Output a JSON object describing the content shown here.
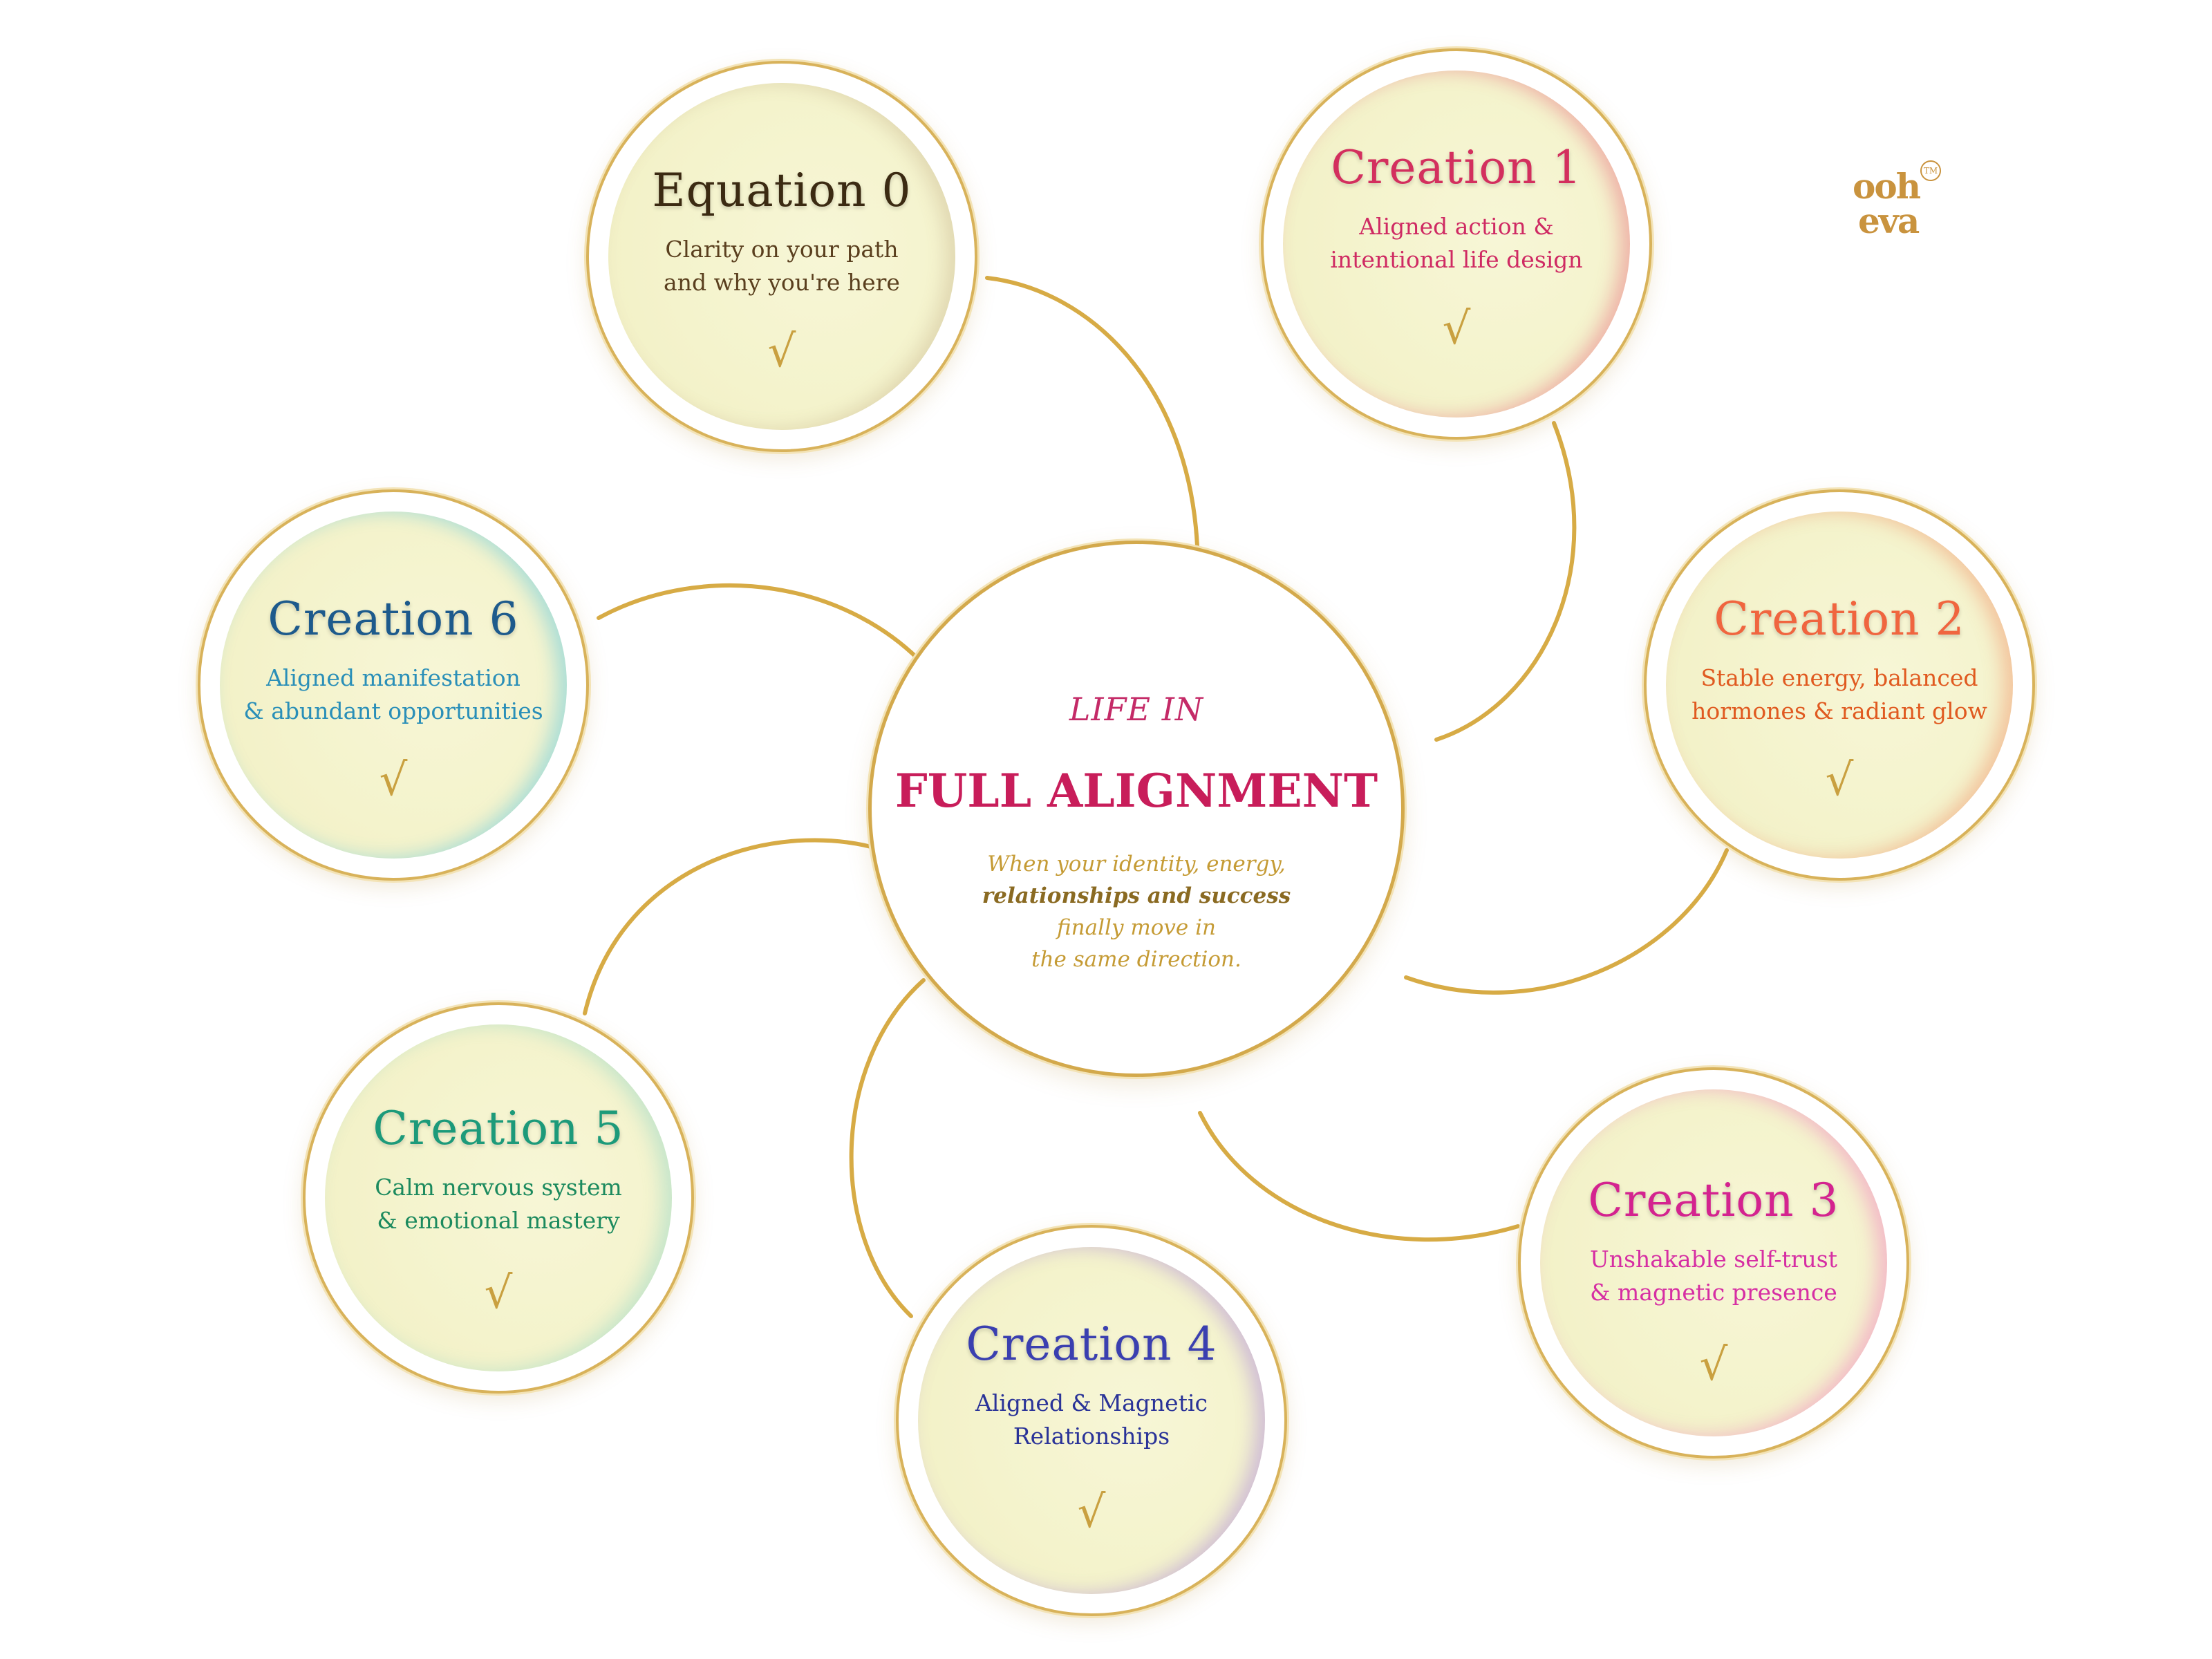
{
  "center": {
    "kicker": "LIFE IN",
    "headline": "FULL ALIGNMENT",
    "body_lines": [
      "When your identity, energy,",
      "relationships and success",
      "finally move in",
      "the same direction."
    ]
  },
  "nodes": [
    {
      "id": "eq0",
      "title": "Equation 0",
      "desc": [
        "Clarity on your path",
        "and why you're here"
      ],
      "check": "√"
    },
    {
      "id": "c1",
      "title": "Creation 1",
      "desc": [
        "Aligned action &",
        "intentional  life design"
      ],
      "check": "√"
    },
    {
      "id": "c2",
      "title": "Creation 2",
      "desc": [
        "Stable energy, balanced",
        "hormones &  radiant glow"
      ],
      "check": "√"
    },
    {
      "id": "c3",
      "title": "Creation 3",
      "desc": [
        "Unshakable self-trust",
        "& magnetic presence"
      ],
      "check": "√"
    },
    {
      "id": "c4",
      "title": "Creation 4",
      "desc": [
        "Aligned & Magnetic",
        "Relationships"
      ],
      "check": "√"
    },
    {
      "id": "c5",
      "title": "Creation 5",
      "desc": [
        "Calm nervous system",
        "& emotional mastery"
      ],
      "check": "√"
    },
    {
      "id": "c6",
      "title": "Creation 6",
      "desc": [
        "Aligned manifestation",
        "& abundant opportunities"
      ],
      "check": "√"
    }
  ],
  "logo": {
    "line1": "ooh",
    "line2": "eva",
    "tm": "TM"
  },
  "colors": {
    "gold": "#d8b25a",
    "equation0": "#3b2a12",
    "creation1": "#d32f5e",
    "creation2": "#f0653f",
    "creation3": "#d4238f",
    "creation4": "#3a3fb0",
    "creation5": "#1c9a7a",
    "creation6": "#1d5a8c"
  }
}
